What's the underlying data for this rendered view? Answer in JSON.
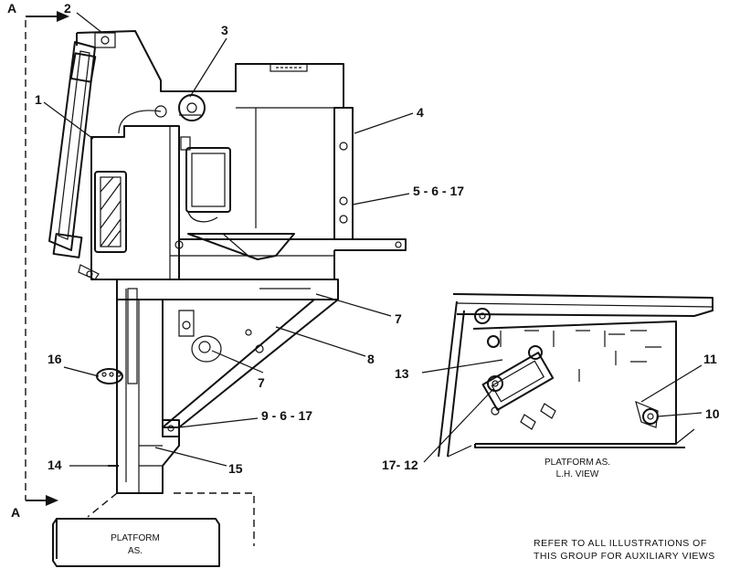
{
  "section_marker": {
    "top": "A",
    "bottom": "A"
  },
  "callouts": {
    "c1": "1",
    "c2": "2",
    "c3": "3",
    "c4": "4",
    "c5_6_17": "5 - 6 - 17",
    "c7_upper": "7",
    "c7_lower": "7",
    "c8": "8",
    "c9_6_17": "9 - 6 - 17",
    "c10": "10",
    "c11": "11",
    "c13": "13",
    "c14": "14",
    "c15": "15",
    "c16": "16",
    "c17_12": "17- 12"
  },
  "captions": {
    "platform_main_line1": "PLATFORM",
    "platform_main_line2": "AS.",
    "lh_view_line1": "PLATFORM AS.",
    "lh_view_line2": "L.H. VIEW"
  },
  "note": {
    "line1": "REFER TO ALL ILLUSTRATIONS OF",
    "line2": "THIS GROUP FOR AUXILIARY VIEWS"
  }
}
